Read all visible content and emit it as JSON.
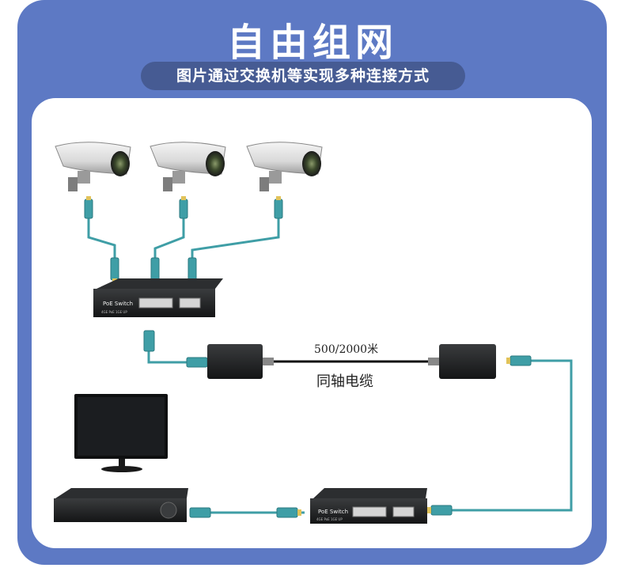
{
  "header": {
    "title": "自由组网",
    "subtitle": "图片通过交换机等实现多种连接方式"
  },
  "diagram": {
    "cable_distance": "500/2000米",
    "cable_type": "同轴电缆",
    "switch_top": {
      "brand": "PoE Switch",
      "model": "4GE PoE 1GE UP"
    },
    "switch_bottom": {
      "brand": "PoE Switch",
      "model": "4GE PoE 1GE UP"
    },
    "colors": {
      "frame": "#5d79c4",
      "pill": "#465b93",
      "cable": "#3f9ea6",
      "device": "#1f2123"
    }
  }
}
